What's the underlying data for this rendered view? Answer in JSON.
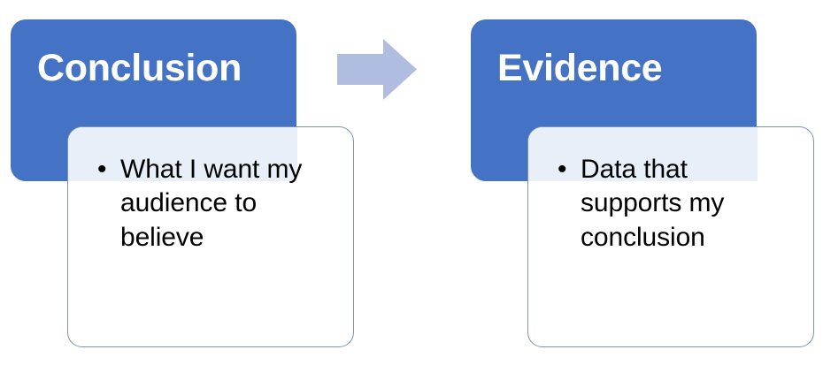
{
  "diagram": {
    "type": "two-step process flow",
    "background_color": "#FFFFFF",
    "accent_color": "#4472C4",
    "arrow_color": "#B0BCE0",
    "card_tint_color": "#E9EFF8",
    "card_border_color": "#7D93B2",
    "bullet_glyph": "•",
    "arrow_icon_name": "right-arrow-icon",
    "blocks": [
      {
        "id": "conclusion",
        "title": "Conclusion",
        "bullets": [
          "What I want my audience to believe"
        ]
      },
      {
        "id": "evidence",
        "title": "Evidence",
        "bullets": [
          "Data that supports my conclusion"
        ]
      }
    ]
  }
}
